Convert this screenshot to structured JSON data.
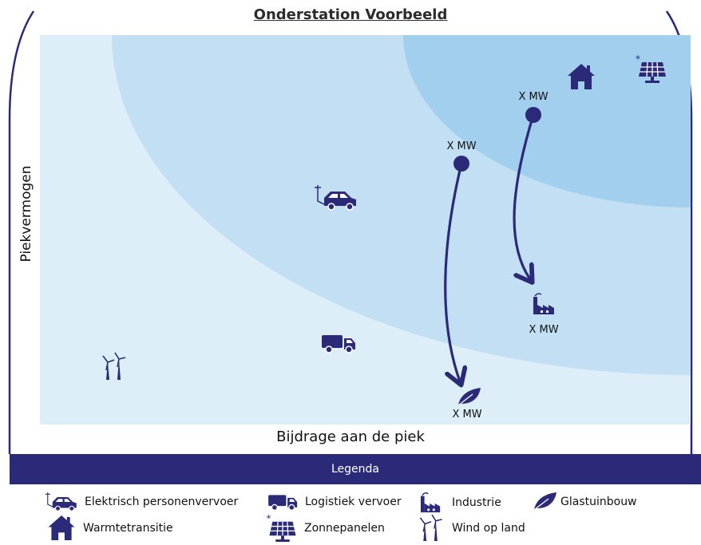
{
  "title": "Onderstation Voorbeeld",
  "axes": {
    "x_label": "Bijdrage aan de piek",
    "y_label": "Piekvermogen"
  },
  "nodes": [
    {
      "name": "Elektrisch personenvervoer",
      "icon": "car-icon"
    },
    {
      "name": "Logistiek vervoer",
      "icon": "truck-icon"
    },
    {
      "name": "Wind op land",
      "icon": "wind-turbine-icon"
    },
    {
      "name": "Warmtetransitie",
      "icon": "house-icon"
    },
    {
      "name": "Zonnepanelen",
      "icon": "solar-panel-icon"
    },
    {
      "name": "Industrie",
      "icon": "factory-icon",
      "value_label": "X MW"
    },
    {
      "name": "Glastuinbouw",
      "icon": "leaf-icon",
      "value_label": "X MW"
    }
  ],
  "flows": [
    {
      "from_label": "X MW",
      "to": "Glastuinbouw"
    },
    {
      "from_label": "X MW",
      "to": "Industrie"
    }
  ],
  "legend": {
    "title": "Legenda",
    "items": [
      {
        "label": "Elektrisch personenvervoer",
        "icon": "car-icon"
      },
      {
        "label": "Logistiek vervoer",
        "icon": "truck-icon"
      },
      {
        "label": "Industrie",
        "icon": "factory-icon"
      },
      {
        "label": "Glastuinbouw",
        "icon": "leaf-icon"
      },
      {
        "label": "Warmtetransitie",
        "icon": "house-icon"
      },
      {
        "label": "Zonnepanelen",
        "icon": "solar-panel-icon"
      },
      {
        "label": "Wind op land",
        "icon": "wind-turbine-icon"
      }
    ]
  },
  "colors": {
    "zone_light": "#ddeef9",
    "zone_mid": "#c2dff3",
    "zone_dark": "#a3cfee",
    "accent": "#2b2a78",
    "frame": "#2b2a78"
  }
}
